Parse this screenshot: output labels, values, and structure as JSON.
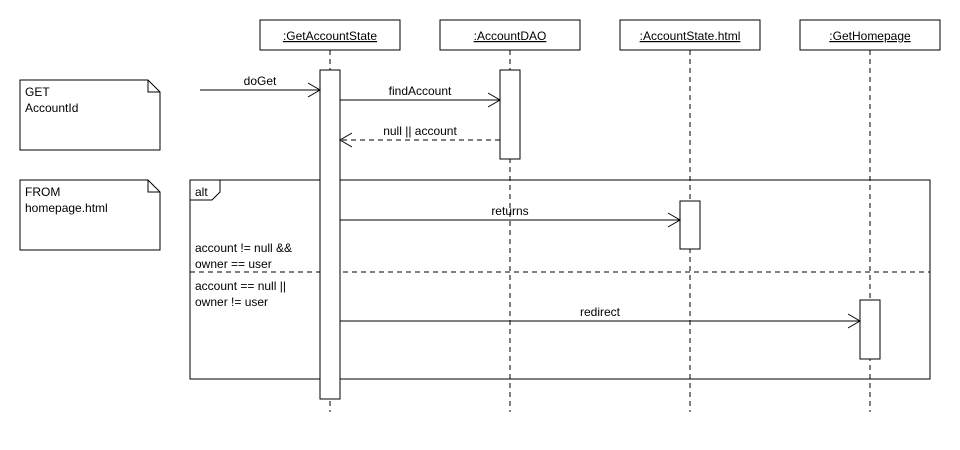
{
  "participants": {
    "get_account_state": ":GetAccountState",
    "account_dao": ":AccountDAO",
    "account_state_html": ":AccountState.html",
    "get_homepage": ":GetHomepage"
  },
  "notes": {
    "get_request": [
      "GET",
      "AccountId"
    ],
    "from_page": [
      "FROM",
      "homepage.html"
    ]
  },
  "messages": {
    "do_get": "doGet",
    "find_account": "findAccount",
    "find_account_return": "null || account",
    "returns": "returns",
    "redirect": "redirect"
  },
  "alt_fragment": {
    "operator": "alt",
    "guard_1": [
      "account != null &&",
      "owner == user"
    ],
    "guard_2": [
      "account == null ||",
      "owner != user"
    ]
  }
}
